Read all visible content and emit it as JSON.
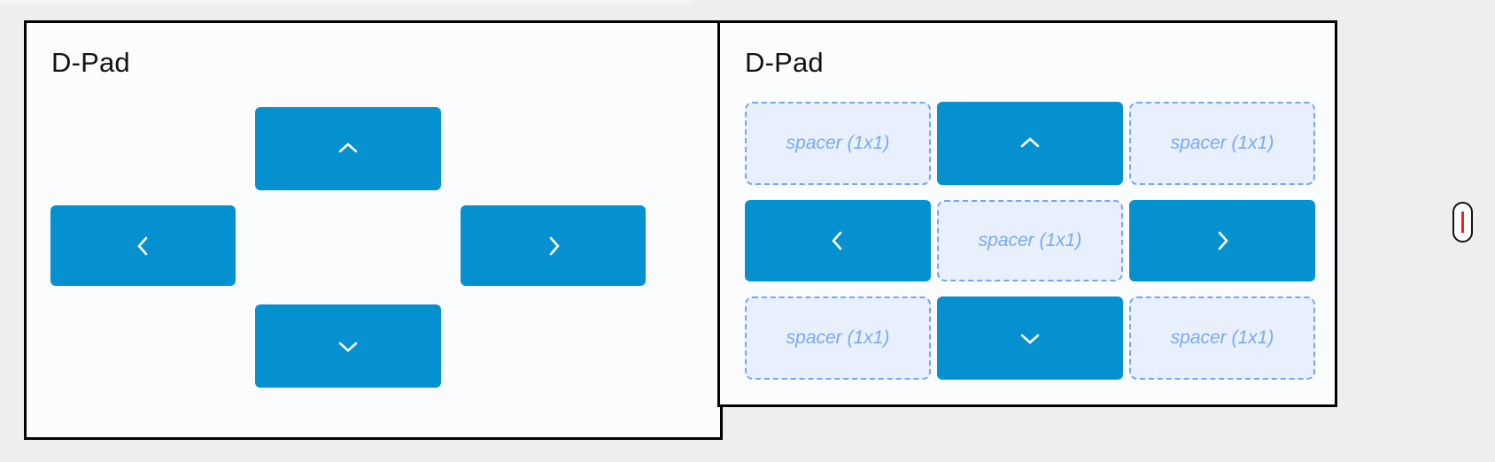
{
  "page": {
    "background_color": "#eeeeee",
    "accent_blue": "#0591cf",
    "spacer_fill": "#e9f0fd",
    "spacer_border": "#77a6ef",
    "spacer_text_color": "#79a9f2",
    "panel_border_color": "#000000",
    "panel_fill": "#fbfcfe",
    "caret_color": "#e8261b"
  },
  "panels": {
    "left": {
      "title": "D-Pad",
      "layout": "cross",
      "keys": [
        {
          "id": "up",
          "icon": "chevron-up-icon",
          "label": ""
        },
        {
          "id": "left",
          "icon": "chevron-left-icon",
          "label": ""
        },
        {
          "id": "right",
          "icon": "chevron-right-icon",
          "label": ""
        },
        {
          "id": "down",
          "icon": "chevron-down-icon",
          "label": ""
        }
      ]
    },
    "right": {
      "title": "D-Pad",
      "layout": "grid-3x3",
      "cells": [
        {
          "type": "spacer",
          "label": "spacer (1x1)"
        },
        {
          "type": "key",
          "icon": "chevron-up-icon",
          "label": ""
        },
        {
          "type": "spacer",
          "label": "spacer (1x1)"
        },
        {
          "type": "key",
          "icon": "chevron-left-icon",
          "label": ""
        },
        {
          "type": "spacer",
          "label": "spacer (1x1)"
        },
        {
          "type": "key",
          "icon": "chevron-right-icon",
          "label": ""
        },
        {
          "type": "spacer",
          "label": "spacer (1x1)"
        },
        {
          "type": "key",
          "icon": "chevron-down-icon",
          "label": ""
        },
        {
          "type": "spacer",
          "label": "spacer (1x1)"
        }
      ]
    }
  },
  "cursor": {
    "name": "text-caret-indicator",
    "shape": "pill",
    "glyph": "I"
  }
}
